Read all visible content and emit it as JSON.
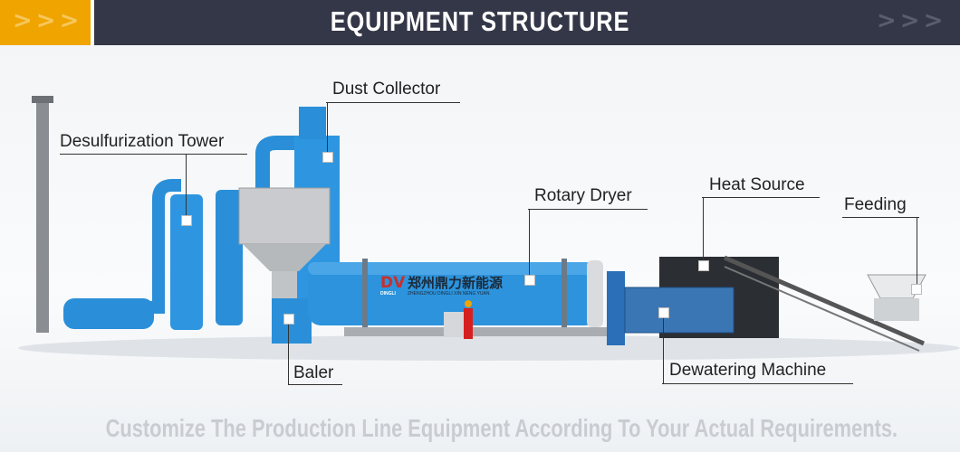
{
  "header": {
    "title": "EQUIPMENT STRUCTURE",
    "left_chevrons": ">>>",
    "right_chevrons": ">>>",
    "accent_color": "#f0a400",
    "bar_color": "#343747"
  },
  "labels": {
    "dust_collector": "Dust Collector",
    "desulfurization_tower": "Desulfurization Tower",
    "rotary_dryer": "Rotary Dryer",
    "heat_source": "Heat Source",
    "feeding": "Feeding",
    "baler": "Baler",
    "dewatering_machine": "Dewatering Machine"
  },
  "drum_logo": {
    "chinese": "郑州鼎力新能源",
    "brand": "DINGLI",
    "pinyin": "ZHENGZHOU DINGLI XIN NENG YUAN"
  },
  "equipment_color": "#2a8fd8",
  "footer": {
    "tagline": "Customize The Production Line Equipment According To Your Actual Requirements."
  }
}
